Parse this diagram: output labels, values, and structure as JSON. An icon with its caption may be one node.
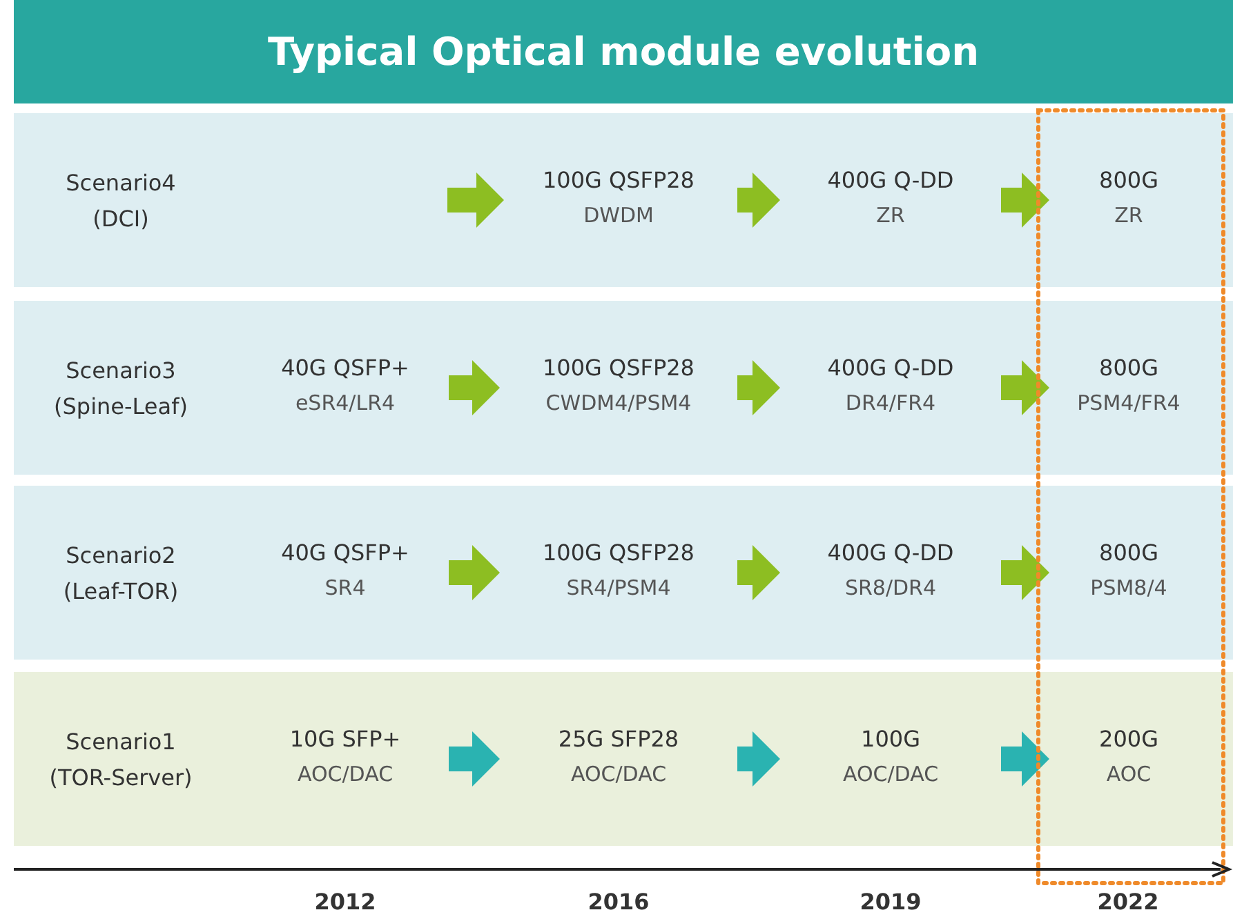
{
  "diagram": {
    "title": "Typical Optical module evolution",
    "nodes": [
      {
        "text": [
          "Scenario4 (DCI)"
        ]
      },
      {
        "text": [
          "100G QSFP28",
          "DWDM"
        ],
        "in": 0
      },
      {
        "text": [
          "400G Q-DD",
          "ZR"
        ],
        "in": 0
      },
      {
        "text": [
          "800G",
          "ZR"
        ],
        "in": 0
      },
      {
        "text": [
          "Scenario3 (Spine-Leaf)"
        ]
      },
      {
        "text": [
          "40G QSFP+",
          "eSR4/LR4"
        ],
        "in": 4
      },
      {
        "text": [
          "100G QSFP28",
          "CWDM4/PSM4"
        ],
        "in": 4
      },
      {
        "text": [
          "400G Q-DD",
          "DR4/FR4"
        ],
        "in": 4
      },
      {
        "text": [
          "800G",
          "PSM4/FR4"
        ],
        "in": 4
      },
      {
        "text": [
          "Scenario2 (Leaf-TOR)"
        ]
      },
      {
        "text": [
          "40G QSFP+",
          "SR4"
        ],
        "in": 9
      },
      {
        "text": [
          "100G QSFP28",
          "SR4/PSM4"
        ],
        "in": 9
      },
      {
        "text": [
          "400G Q-DD",
          "SR8/DR4"
        ],
        "in": 9
      },
      {
        "text": [
          "800G",
          "PSM8/4"
        ],
        "in": 9
      },
      {
        "text": [
          "Scenario1 (TOR-Server)"
        ]
      },
      {
        "text": [
          "10G SFP+",
          "AOC/DAC"
        ],
        "in": 14
      },
      {
        "text": [
          "25G SFP28",
          "AOC/DAC"
        ],
        "in": 14
      },
      {
        "text": [
          "100G",
          "AOC/DAC"
        ],
        "in": 14
      },
      {
        "text": [
          "200G",
          "AOC"
        ],
        "in": 14
      }
    ],
    "edges": [
      {
        "from": null,
        "to": 1,
        "arrow": "to"
      },
      {
        "from": 1,
        "to": 2,
        "arrow": "to"
      },
      {
        "from": 2,
        "to": 3,
        "arrow": "to"
      },
      {
        "from": 5,
        "to": 6,
        "arrow": "to"
      },
      {
        "from": 6,
        "to": 7,
        "arrow": "to"
      },
      {
        "from": 7,
        "to": 8,
        "arrow": "to"
      },
      {
        "from": 10,
        "to": 11,
        "arrow": "to"
      },
      {
        "from": 11,
        "to": 12,
        "arrow": "to"
      },
      {
        "from": 12,
        "to": 13,
        "arrow": "to"
      },
      {
        "from": 15,
        "to": 16,
        "arrow": "to",
        "color": "#2ab3b1"
      },
      {
        "from": 16,
        "to": 17,
        "arrow": "to",
        "color": "#2ab3b1"
      },
      {
        "from": 17,
        "to": 18,
        "arrow": "to",
        "color": "#2ab3b1"
      }
    ],
    "labels": [
      "2012",
      "2016",
      "2019",
      "2022"
    ]
  }
}
